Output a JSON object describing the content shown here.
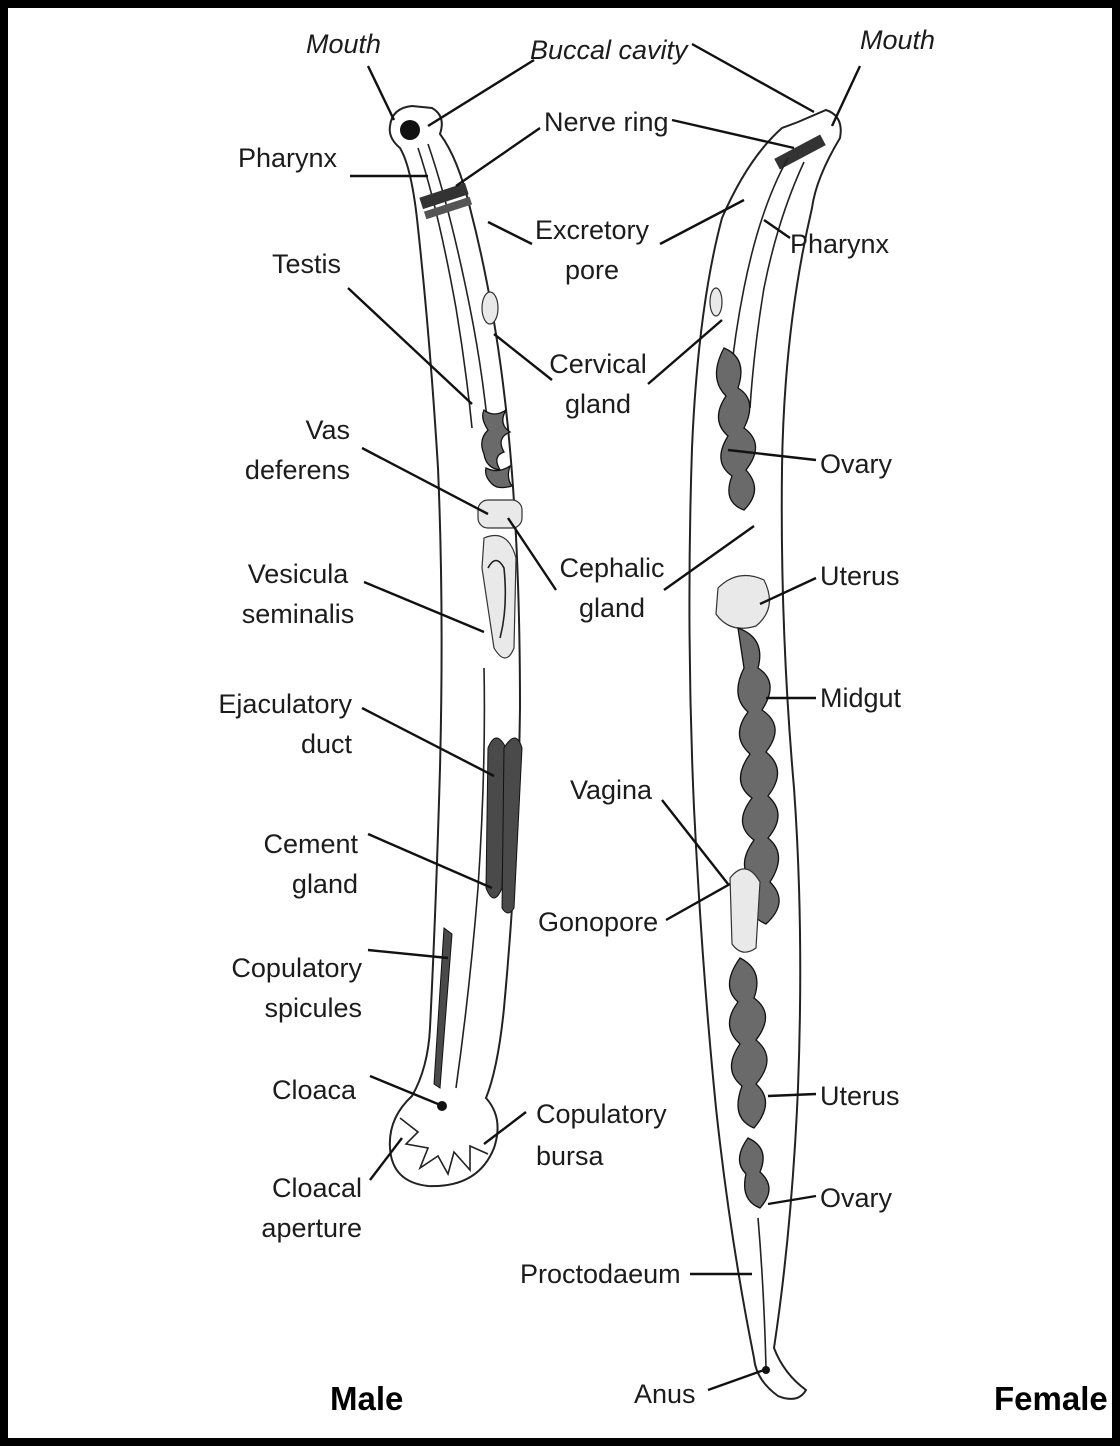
{
  "labels": {
    "mouth_left": "Mouth",
    "buccal_cavity": "Buccal cavity",
    "mouth_right": "Mouth",
    "pharynx_left": "Pharynx",
    "nerve_ring": "Nerve ring",
    "excretory_pore_1": "Excretory",
    "excretory_pore_2": "pore",
    "pharynx_right": "Pharynx",
    "testis": "Testis",
    "cervical_gland_1": "Cervical",
    "cervical_gland_2": "gland",
    "vas_deferens_1": "Vas",
    "vas_deferens_2": "deferens",
    "ovary_upper": "Ovary",
    "vesicula_seminalis_1": "Vesicula",
    "vesicula_seminalis_2": "seminalis",
    "cephalic_gland_1": "Cephalic",
    "cephalic_gland_2": "gland",
    "uterus_upper": "Uterus",
    "midgut": "Midgut",
    "ejaculatory_duct_1": "Ejaculatory",
    "ejaculatory_duct_2": "duct",
    "vagina": "Vagina",
    "cement_gland_1": "Cement",
    "cement_gland_2": "gland",
    "gonopore": "Gonopore",
    "copulatory_spicules_1": "Copulatory",
    "copulatory_spicules_2": "spicules",
    "cloaca": "Cloaca",
    "copulatory_bursa_1": "Copulatory",
    "copulatory_bursa_2": "bursa",
    "uterus_lower": "Uterus",
    "cloacal_aperture_1": "Cloacal",
    "cloacal_aperture_2": "aperture",
    "ovary_lower": "Ovary",
    "proctodaeum": "Proctodaeum",
    "anus": "Anus"
  },
  "sex_labels": {
    "male": "Male",
    "female": "Female"
  },
  "colors": {
    "border": "#000000",
    "ink": "#1c1c1c"
  }
}
